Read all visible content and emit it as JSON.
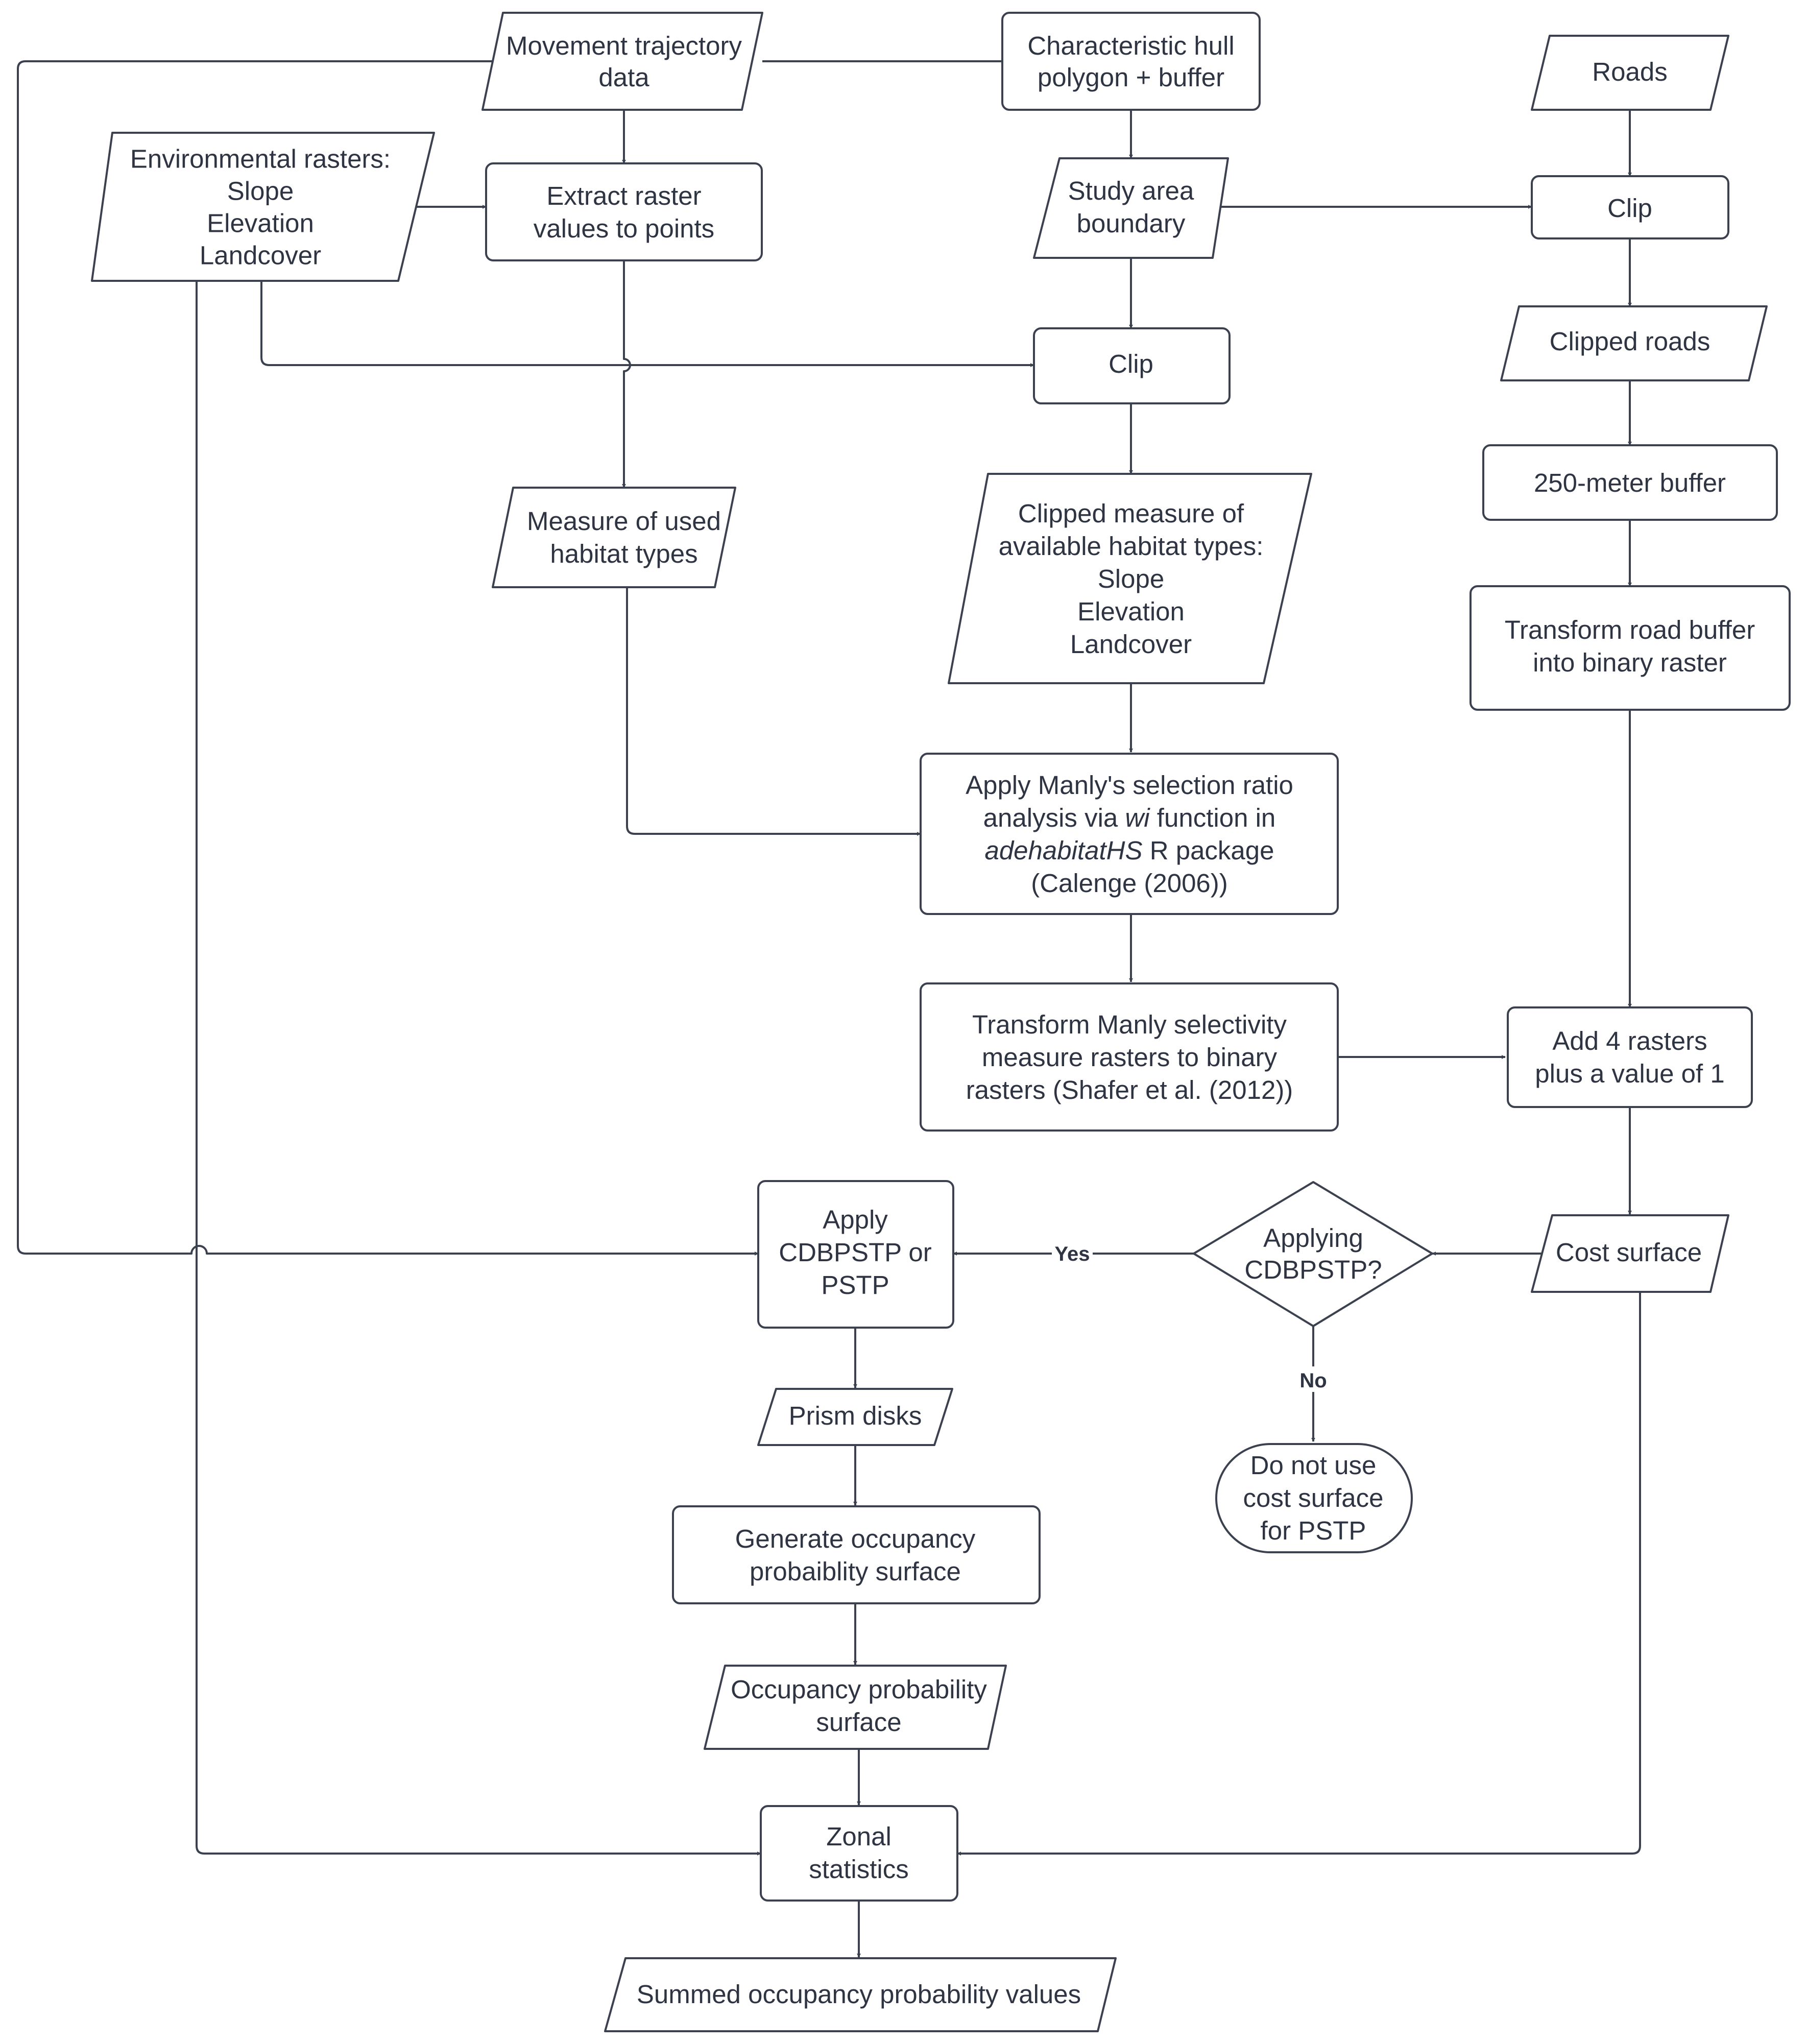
{
  "nodes": {
    "movement_data": "Movement trajectory\ndata",
    "hull": "Characteristic hull\npolygon + buffer",
    "roads": "Roads",
    "env_rasters": "Environmental rasters:\nSlope\nElevation\nLandcover",
    "extract": "Extract raster\nvalues to points",
    "study_area": "Study area\nboundary",
    "clip_roads": "Clip",
    "clipped_roads": "Clipped roads",
    "clip_main": "Clip",
    "buffer250": "250-meter buffer",
    "used_habitat": "Measure of used\nhabitat types",
    "available_habitat": "Clipped measure of\navailable habitat types:\nSlope\nElevation\nLandcover",
    "road_binary": "Transform road buffer\ninto binary raster",
    "manly": "Apply Manly's selection ratio\nanalysis via *wi* function in\n*adehabitatHS* R package\n(Calenge (2006))",
    "manly_binary": "Transform Manly selectivity\nmeasure rasters to binary\nrasters (Shafer et al. (2012))",
    "add_rasters": "Add 4 rasters\nplus a value of 1",
    "cost_surface": "Cost surface",
    "decision": "Applying\nCDBPSTP?",
    "apply_pstp": "Apply\nCDBPSTP or\nPSTP",
    "prism_disks": "Prism disks",
    "no_cost": "Do not use\ncost surface\nfor PSTP",
    "generate_occ": "Generate occupancy\nprobaiblity surface",
    "occ_surface": "Occupancy probability\nsurface",
    "zonal": "Zonal\nstatistics",
    "summed": "Summed occupancy probability values"
  },
  "edge_labels": {
    "yes": "Yes",
    "no": "No"
  },
  "colors": {
    "stroke": "#3c4150",
    "text": "#2f3442",
    "background": "#ffffff"
  }
}
